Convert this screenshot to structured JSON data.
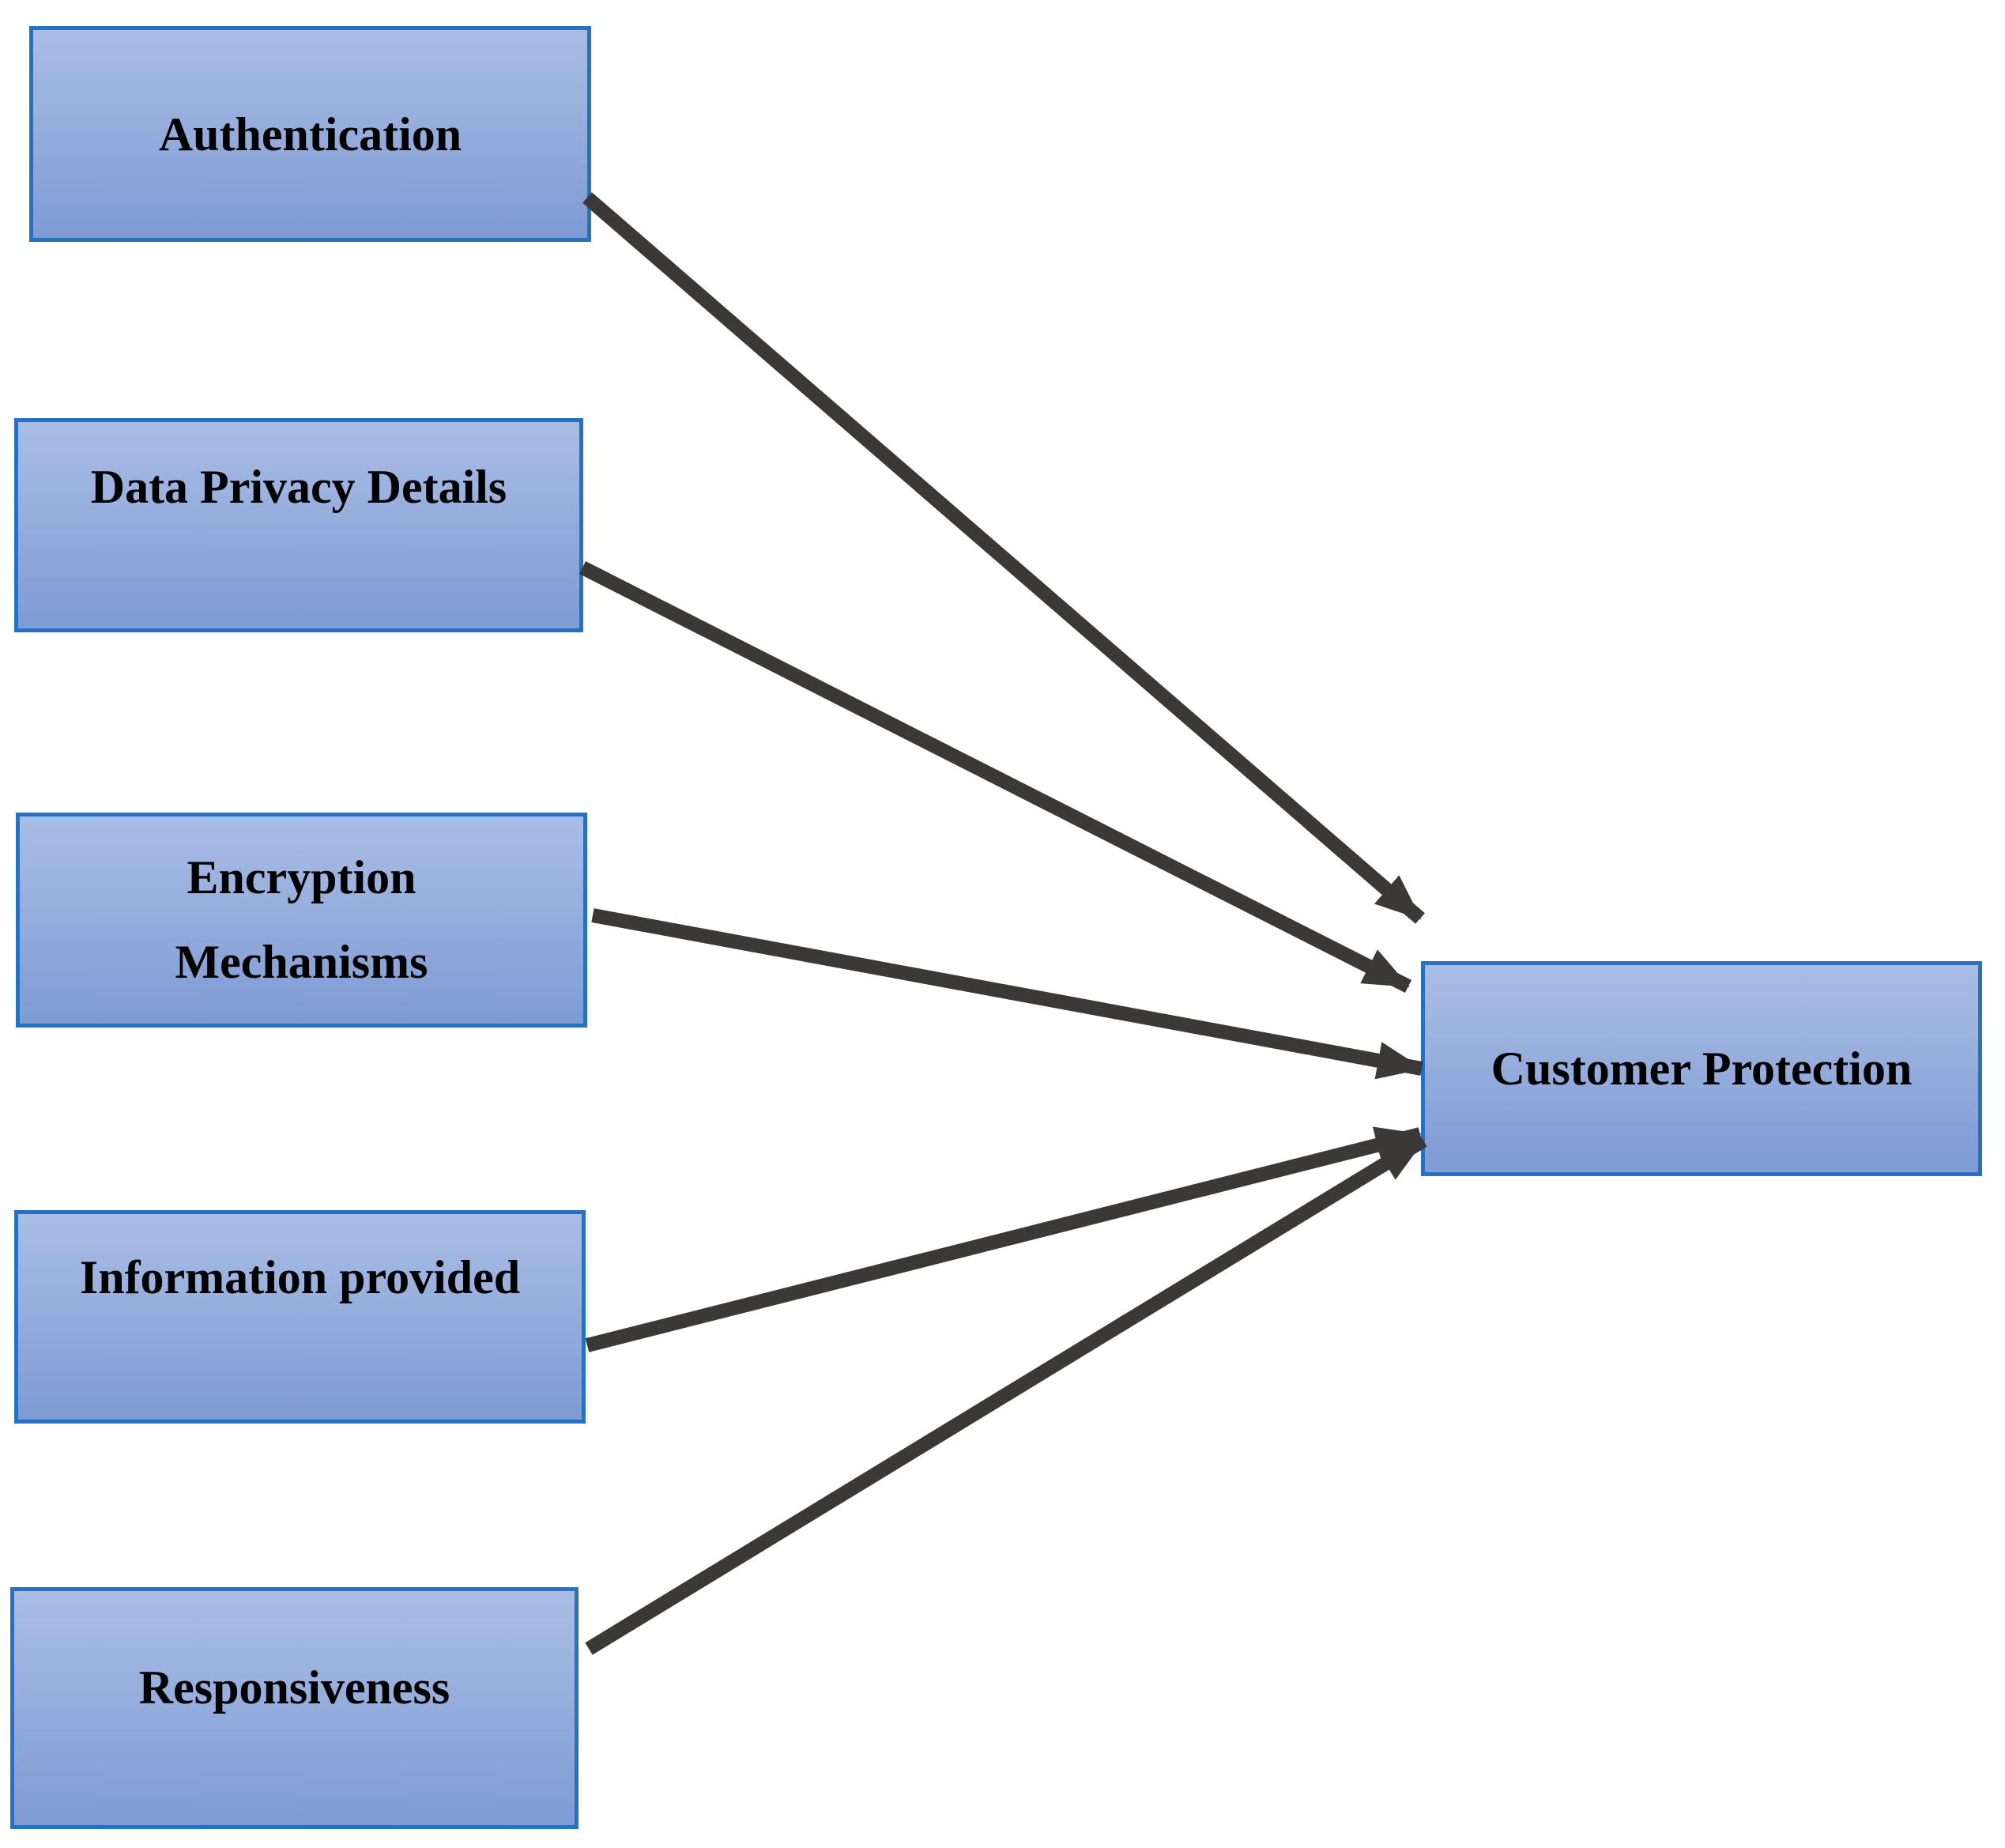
{
  "diagram": {
    "title": "Customer Protection factors diagram",
    "background": "#FFFFFF",
    "palette": {
      "box_border": "#2471C6",
      "box_fill_top": "#A9BDE5",
      "box_fill_bottom": "#7E9BD4",
      "arrow_color": "#3B3838",
      "text_color": "#000000"
    },
    "nodes": {
      "authentication": {
        "label": "Authentication"
      },
      "data_privacy": {
        "label": "Data Privacy Details"
      },
      "encryption": {
        "label": "Encryption\nMechanisms"
      },
      "information": {
        "label": "Information provided"
      },
      "responsiveness": {
        "label": "Responsiveness"
      },
      "customer_protection": {
        "label": "Customer Protection"
      }
    },
    "edges": [
      {
        "from": "Authentication",
        "to": "Customer Protection"
      },
      {
        "from": "Data Privacy Details",
        "to": "Customer Protection"
      },
      {
        "from": "Encryption Mechanisms",
        "to": "Customer Protection"
      },
      {
        "from": "Information provided",
        "to": "Customer Protection"
      },
      {
        "from": "Responsiveness",
        "to": "Customer Protection"
      }
    ]
  }
}
